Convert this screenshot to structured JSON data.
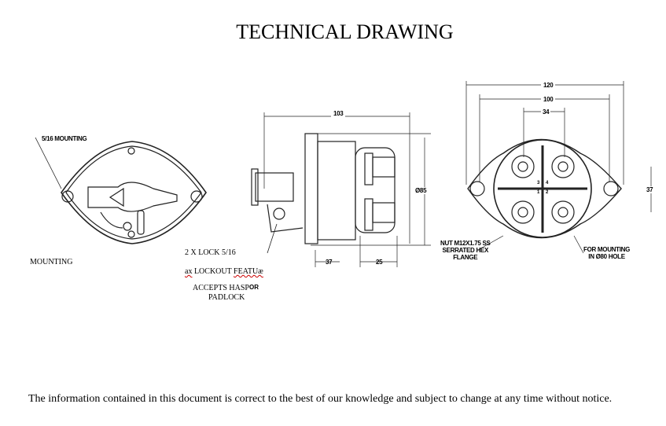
{
  "title": "TECHNICAL DRAWING",
  "drawing": {
    "front_view": {
      "mounting_callout": "5/16 MOUNTING"
    },
    "side_view": {
      "dim_length": "103",
      "dim_diameter": "Ø85",
      "dim_base": "37",
      "dim_stud": "25"
    },
    "rear_view": {
      "dim_120": "120",
      "dim_100": "100",
      "dim_34": "34",
      "dim_37": "37",
      "terminals": [
        "1",
        "2",
        "3",
        "4"
      ],
      "nut_callout": [
        "NUT M12X1.75 SS",
        "SERRATED HEX",
        "FLANGE"
      ],
      "hole_callout": [
        "FOR MOUNTING",
        "IN Ø80 HOLE"
      ]
    }
  },
  "labels": {
    "mounting": "MOUNTING",
    "lock_516": "2 X LOCK 5/16",
    "lockout_prefix": "ax",
    "lockout": "LOCKOUT",
    "lockout_suffix": "FEATUæ",
    "accepts_hasp": "ACCEPTS HASP",
    "or": "OR",
    "padlock": "PADLOCK"
  },
  "footer": "The information contained in this document is correct to the best of our knowledge and subject to change at any time without notice."
}
